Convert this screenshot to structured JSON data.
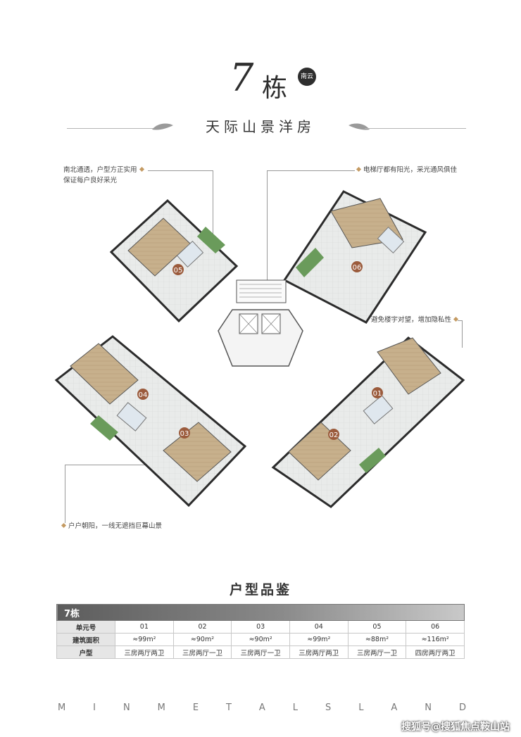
{
  "header": {
    "building_number": "7",
    "building_char": "栋",
    "badge": "南云",
    "subtitle": "天际山景洋房"
  },
  "callouts": {
    "top_left_line1": "南北通透，户型方正实用",
    "top_left_line2": "保证每户良好采光",
    "top_right": "电梯厅都有阳光，采光通风俱佳",
    "mid_right": "避免楼宇对望，增加隐私性",
    "bottom_left": "户户朝阳，一线无遮挡巨幕山景"
  },
  "plan": {
    "units": [
      "01",
      "02",
      "03",
      "04",
      "05",
      "06"
    ]
  },
  "table": {
    "section_title": "户型品鉴",
    "header": "7栋",
    "rows": [
      {
        "label": "单元号",
        "cells": [
          "01",
          "02",
          "03",
          "04",
          "05",
          "06"
        ]
      },
      {
        "label": "建筑面积",
        "cells": [
          "≈99m²",
          "≈90m²",
          "≈90m²",
          "≈99m²",
          "≈88m²",
          "≈116m²"
        ]
      },
      {
        "label": "户型",
        "cells": [
          "三房两厅两卫",
          "三房两厅一卫",
          "三房两厅一卫",
          "三房两厅两卫",
          "三房两厅一卫",
          "四房两厅两卫"
        ]
      }
    ]
  },
  "footer": {
    "brand_letters": [
      "M",
      "I",
      "N",
      "M",
      "E",
      "T",
      "A",
      "L",
      "S",
      "L",
      "A",
      "N",
      "D"
    ],
    "watermark": "搜狐号@搜狐焦点鞍山站"
  }
}
